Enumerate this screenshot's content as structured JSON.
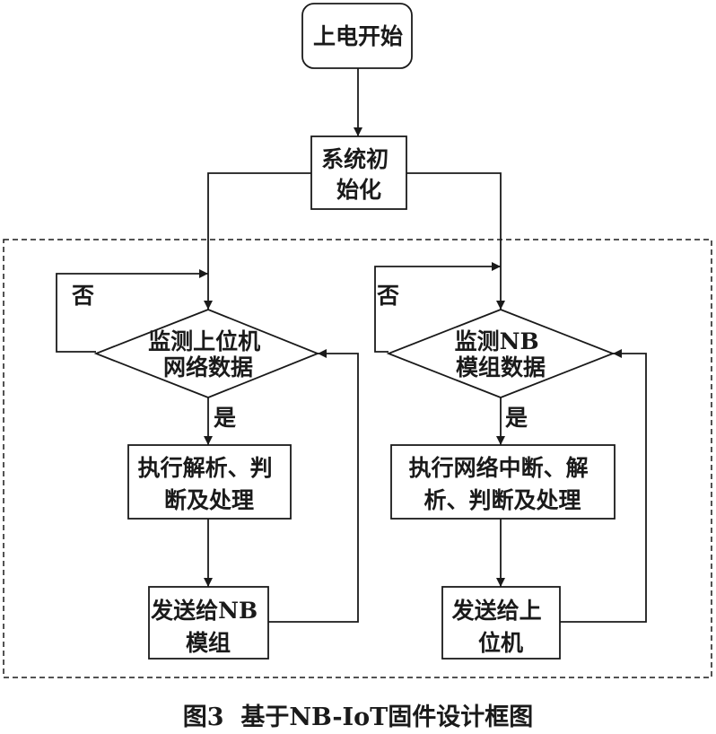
{
  "nodes": {
    "start": {
      "lines": [
        "上电开始"
      ]
    },
    "init": {
      "lines": [
        "系统初",
        "始化"
      ]
    },
    "left_decision": {
      "lines": [
        "监测上位机",
        "网络数据"
      ]
    },
    "right_decision": {
      "lines": [
        "监测NB",
        "模组数据"
      ]
    },
    "left_process": {
      "lines": [
        "执行解析、判",
        "断及处理"
      ]
    },
    "right_process": {
      "lines": [
        "执行网络中断、解",
        "析、判断及处理"
      ]
    },
    "left_send": {
      "lines": [
        "发送给NB",
        "模组"
      ]
    },
    "right_send": {
      "lines": [
        "发送给上",
        "位机"
      ]
    }
  },
  "labels": {
    "left_no": "否",
    "left_yes": "是",
    "right_no": "否",
    "right_yes": "是"
  },
  "caption": "图3  基于NB-IoT固件设计框图",
  "colors": {
    "stroke": "#1a1a1a",
    "background": "#ffffff"
  }
}
